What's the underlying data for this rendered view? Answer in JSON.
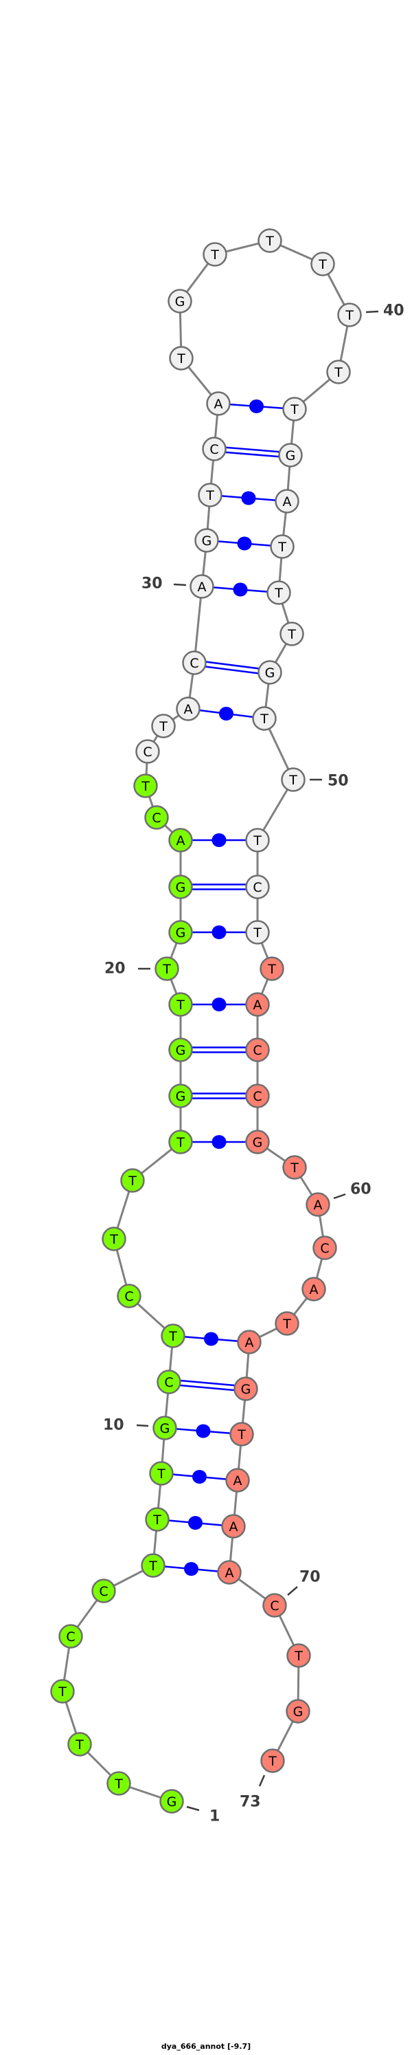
{
  "caption": "dya_666_annot [-9.7]",
  "colors": {
    "region_5prime": "#7cfc00",
    "region_middle": "#f0f0f0",
    "region_3prime": "#fa8072",
    "node_stroke": "#6e6e6e",
    "backbone": "#808080",
    "pair": "#0000ff",
    "number": "#3c3c3c"
  },
  "sequence": {
    "bases": [
      "G",
      "T",
      "T",
      "T",
      "C",
      "C",
      "T",
      "T",
      "T",
      "G",
      "C",
      "T",
      "C",
      "T",
      "T",
      "T",
      "G",
      "G",
      "T",
      "T",
      "G",
      "G",
      "A",
      "C",
      "T",
      "C",
      "T",
      "A",
      "C",
      "A",
      "G",
      "T",
      "C",
      "A",
      "T",
      "G",
      "T",
      "T",
      "T",
      "T",
      "T",
      "T",
      "G",
      "A",
      "T",
      "T",
      "T",
      "G",
      "T",
      "T",
      "T",
      "C",
      "T",
      "T",
      "A",
      "C",
      "C",
      "G",
      "T",
      "A",
      "C",
      "A",
      "T",
      "A",
      "G",
      "T",
      "A",
      "A",
      "A",
      "C",
      "T",
      "G",
      "T"
    ],
    "regions": [
      {
        "name": "region_5prime",
        "from": 1,
        "to": 25
      },
      {
        "name": "region_middle",
        "from": 26,
        "to": 53
      },
      {
        "name": "region_3prime",
        "from": 54,
        "to": 73
      }
    ]
  },
  "pairs": [
    {
      "i": 7,
      "j": 69,
      "type": "dot"
    },
    {
      "i": 8,
      "j": 68,
      "type": "dot"
    },
    {
      "i": 9,
      "j": 67,
      "type": "dot"
    },
    {
      "i": 10,
      "j": 66,
      "type": "dot"
    },
    {
      "i": 11,
      "j": 65,
      "type": "double"
    },
    {
      "i": 12,
      "j": 64,
      "type": "dot"
    },
    {
      "i": 16,
      "j": 58,
      "type": "dot"
    },
    {
      "i": 17,
      "j": 57,
      "type": "double"
    },
    {
      "i": 18,
      "j": 56,
      "type": "double"
    },
    {
      "i": 19,
      "j": 55,
      "type": "dot"
    },
    {
      "i": 21,
      "j": 53,
      "type": "dot"
    },
    {
      "i": 22,
      "j": 52,
      "type": "double"
    },
    {
      "i": 23,
      "j": 51,
      "type": "dot"
    },
    {
      "i": 28,
      "j": 49,
      "type": "dot"
    },
    {
      "i": 29,
      "j": 48,
      "type": "double"
    },
    {
      "i": 30,
      "j": 46,
      "type": "dot"
    },
    {
      "i": 31,
      "j": 45,
      "type": "dot"
    },
    {
      "i": 32,
      "j": 44,
      "type": "dot"
    },
    {
      "i": 33,
      "j": 43,
      "type": "double"
    },
    {
      "i": 34,
      "j": 42,
      "type": "dot"
    }
  ],
  "numbering": [
    "1",
    "10",
    "20",
    "30",
    "40",
    "50",
    "60",
    "70",
    "73"
  ]
}
